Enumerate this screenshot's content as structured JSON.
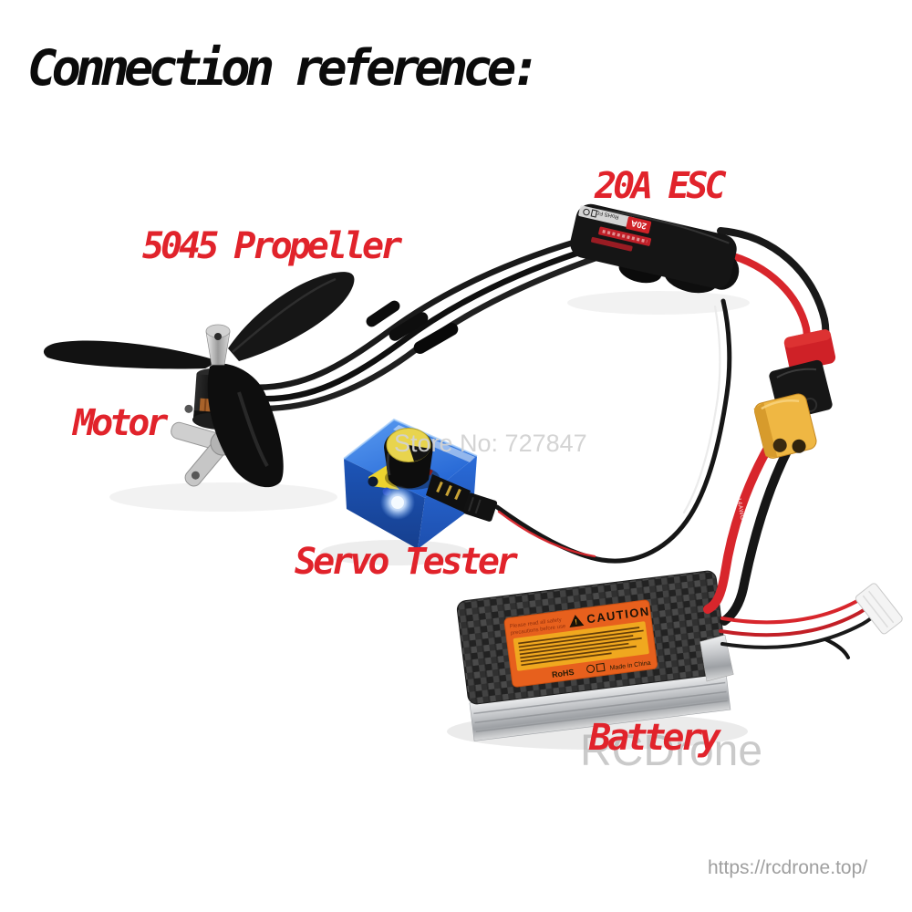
{
  "page": {
    "title": "Connection reference:"
  },
  "labels": {
    "esc": "20A ESC",
    "propeller": "5045 Propeller",
    "motor": "Motor",
    "servo_tester": "Servo Tester",
    "battery": "Battery"
  },
  "watermarks": {
    "store_no": "Store No: 727847",
    "brand": "RCDrone",
    "site_url": "https://rcdrone.top/"
  },
  "esc_print": {
    "badge": "20A",
    "cert": "RoHS FC"
  },
  "battery_print": {
    "warning_icon": "!",
    "caution": "CAUTION",
    "safety_line1": "Please read all safety",
    "safety_line2": "precautions before use",
    "rohs": "RoHS",
    "made_in": "Made in China"
  },
  "wire_print": {
    "gauge": "14AWG 600V"
  },
  "colors": {
    "label_red": "#e1232b",
    "title_black": "#0b0b0b",
    "watermark_gray": "#d2d2d2",
    "url_gray": "#9f9f9f",
    "tester_blue": "#2f7de1",
    "knob_yellow": "#e8d44e",
    "xt60_yellow": "#efb743",
    "battery_label_orange": "#e7601d",
    "wire_red": "#d8262c",
    "wire_black": "#161616"
  }
}
